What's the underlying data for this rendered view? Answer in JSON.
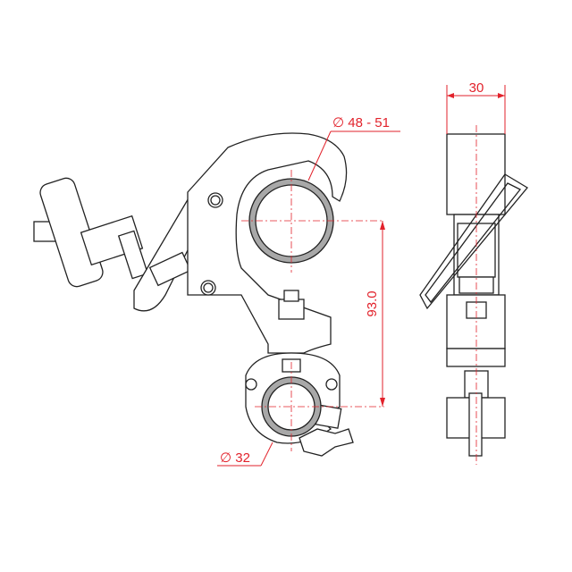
{
  "drawing": {
    "dimensions": {
      "main_pipe_diameter": "∅ 48 - 51",
      "small_pipe_diameter": "∅ 32",
      "center_distance": "93.0",
      "width": "30"
    },
    "colors": {
      "dimension": "#e2222b",
      "line": "#222222",
      "pipe_ring": "#a8a8a8"
    }
  }
}
